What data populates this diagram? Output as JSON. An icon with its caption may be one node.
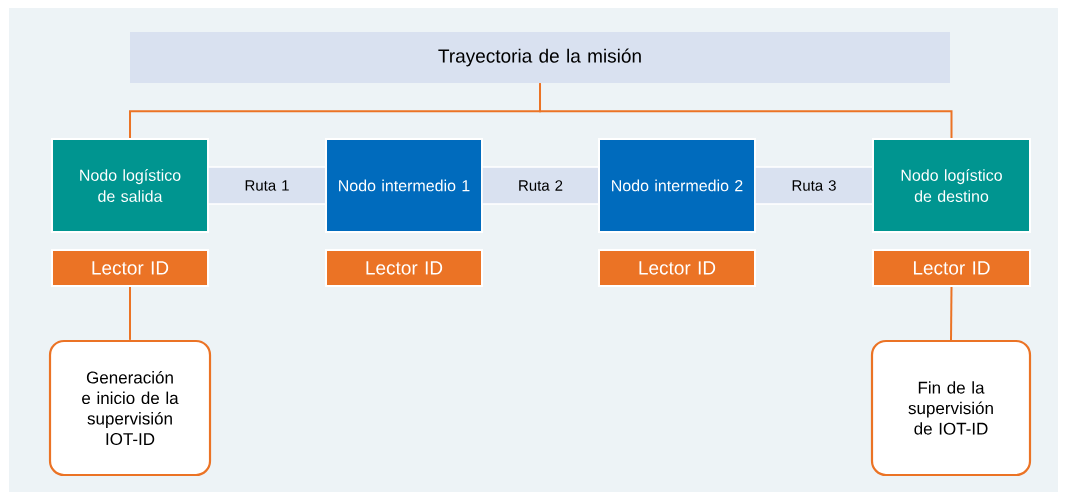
{
  "diagram": {
    "nodes": [
      {
        "text": [
          "Trayectoria de la misión"
        ]
      },
      {
        "text": [
          "Nodo logístico de salida"
        ]
      },
      {
        "text": [
          "Ruta 1"
        ]
      },
      {
        "text": [
          "Nodo intermedio 1"
        ]
      },
      {
        "text": [
          "Ruta 2"
        ]
      },
      {
        "text": [
          "Nodo intermedio 2"
        ]
      },
      {
        "text": [
          "Ruta 3"
        ]
      },
      {
        "text": [
          "Nodo logístico de destino"
        ]
      },
      {
        "text": [
          "Lector ID"
        ]
      },
      {
        "text": [
          "Lector ID"
        ]
      },
      {
        "text": [
          "Lector ID"
        ]
      },
      {
        "text": [
          "Lector ID"
        ]
      },
      {
        "text": [
          "Generación e inicio de la supervisión IOT-ID"
        ]
      },
      {
        "text": [
          "Fin de la supervisión de IOT-ID"
        ]
      }
    ],
    "edges": [
      {
        "from": 0,
        "to": 1,
        "arrow": "none"
      },
      {
        "from": 0,
        "to": 7,
        "arrow": "none"
      },
      {
        "from": 8,
        "to": 12,
        "arrow": "none"
      },
      {
        "from": 11,
        "to": 13,
        "arrow": "none"
      }
    ]
  }
}
